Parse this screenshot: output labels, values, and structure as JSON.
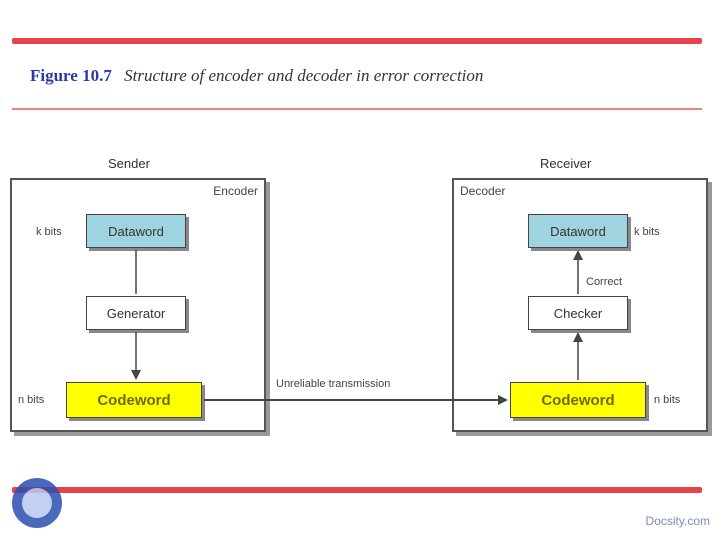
{
  "title": {
    "figure": "Figure 10.7",
    "caption": "Structure of encoder and decoder in error correction"
  },
  "sender": {
    "label": "Sender",
    "panel_label": "Encoder",
    "dataword": "Dataword",
    "dataword_size": "k bits",
    "generator": "Generator",
    "codeword": "Codeword",
    "codeword_size": "n bits"
  },
  "receiver": {
    "label": "Receiver",
    "panel_label": "Decoder",
    "dataword": "Dataword",
    "dataword_size": "k bits",
    "checker": "Checker",
    "correct": "Correct",
    "codeword": "Codeword",
    "codeword_size": "n bits"
  },
  "channel": {
    "label": "Unreliable transmission"
  },
  "footer": {
    "text": "Docsity.com"
  }
}
